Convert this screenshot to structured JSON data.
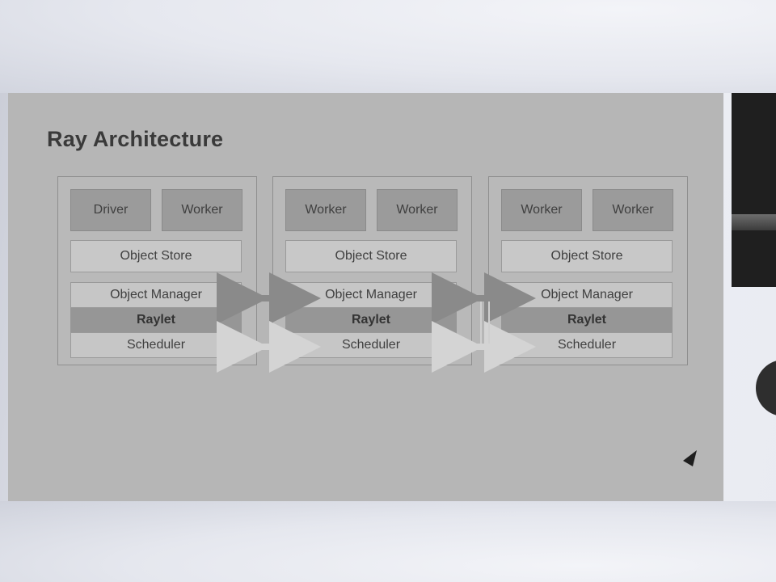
{
  "slide": {
    "title": "Ray Architecture",
    "nodes": [
      {
        "processes": [
          "Driver",
          "Worker"
        ],
        "store": "Object Store",
        "object_manager": "Object Manager",
        "raylet": "Raylet",
        "scheduler": "Scheduler"
      },
      {
        "processes": [
          "Worker",
          "Worker"
        ],
        "store": "Object Store",
        "object_manager": "Object Manager",
        "raylet": "Raylet",
        "scheduler": "Scheduler"
      },
      {
        "processes": [
          "Worker",
          "Worker"
        ],
        "store": "Object Store",
        "object_manager": "Object Manager",
        "raylet": "Raylet",
        "scheduler": "Scheduler"
      }
    ]
  },
  "colors": {
    "slide_bg": "#b6b6b6",
    "process_box": "#9b9b9b",
    "raylet_band": "#969696",
    "object_arrow": "#8a8a8a",
    "scheduler_arrow": "#d4d4d4"
  },
  "icons": [
    "cursor-arrow-icon",
    "video-thumbnail",
    "circular-logo"
  ]
}
